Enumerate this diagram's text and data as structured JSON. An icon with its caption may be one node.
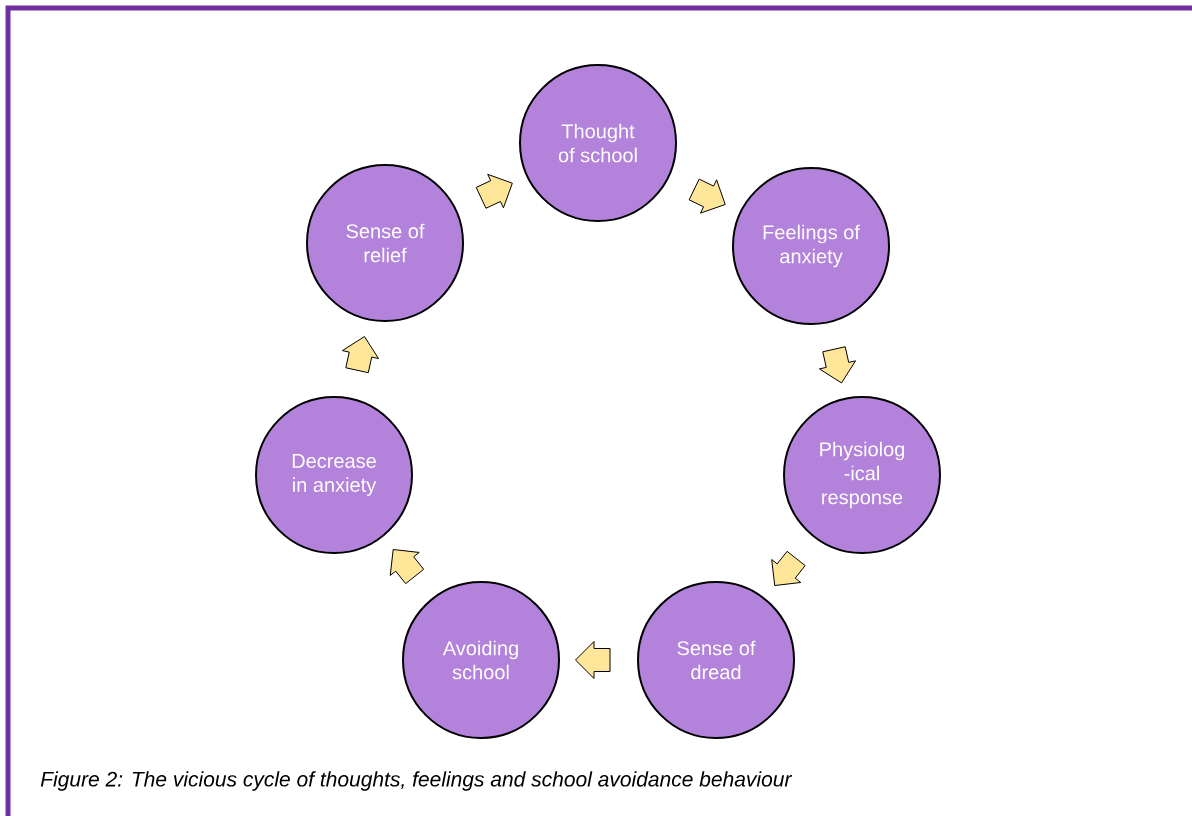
{
  "diagram": {
    "caption": "Figure 2: The vicious cycle of thoughts, feelings and school avoidance behaviour",
    "nodes": [
      {
        "text": [
          "Thought of school"
        ]
      },
      {
        "text": [
          "Feelings of anxiety"
        ]
      },
      {
        "text": [
          "Physiolog -ical response"
        ]
      },
      {
        "text": [
          "Sense of dread"
        ]
      },
      {
        "text": [
          "Avoiding school"
        ]
      },
      {
        "text": [
          "Decrease in anxiety"
        ]
      },
      {
        "text": [
          "Sense of relief"
        ]
      }
    ],
    "edges": [
      {
        "from": 0,
        "to": 1,
        "arrow": "to"
      },
      {
        "from": 1,
        "to": 2,
        "arrow": "to"
      },
      {
        "from": 2,
        "to": 3,
        "arrow": "to"
      },
      {
        "from": 3,
        "to": 4,
        "arrow": "to"
      },
      {
        "from": 4,
        "to": 5,
        "arrow": "to"
      },
      {
        "from": 5,
        "to": 6,
        "arrow": "to"
      },
      {
        "from": 6,
        "to": 0,
        "arrow": "to"
      }
    ]
  }
}
